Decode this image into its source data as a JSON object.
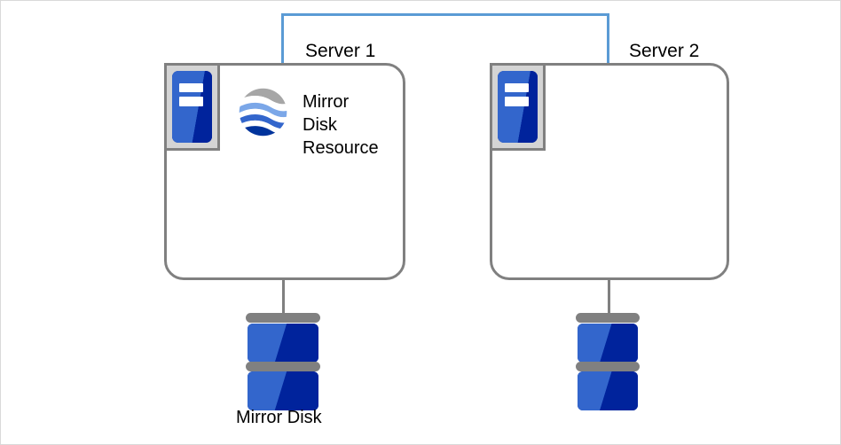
{
  "diagram": {
    "title": "Mirror Disk Resource two-server cluster diagram",
    "colors": {
      "interconnect": "#5B9BD5",
      "box_border": "#808080",
      "icon_blue_light": "#3366CC",
      "icon_blue_dark": "#00239C",
      "icon_frame": "#d4d4d4",
      "globe_gray": "#A6A6A6",
      "globe_light_blue": "#7BA7E8",
      "globe_mid_blue": "#3366CC",
      "globe_navy": "#00339C",
      "canvas_border": "#d9d9d9",
      "background": "#ffffff",
      "text": "#000000"
    },
    "servers": [
      {
        "label": "Server 1",
        "icon_name": "server-machine-icon",
        "resource": {
          "icon_name": "mirror-disk-resource-globe-icon",
          "label": "Mirror\nDisk\nResource"
        }
      },
      {
        "label": "Server 2",
        "icon_name": "server-machine-icon",
        "resource": null
      }
    ],
    "disks": [
      {
        "label": "Mirror Disk",
        "icon_name": "disk-stack-icon"
      },
      {
        "label": "",
        "icon_name": "disk-stack-icon"
      }
    ],
    "interconnect": {
      "name": "server-interconnect-link",
      "style": "bracket"
    }
  }
}
